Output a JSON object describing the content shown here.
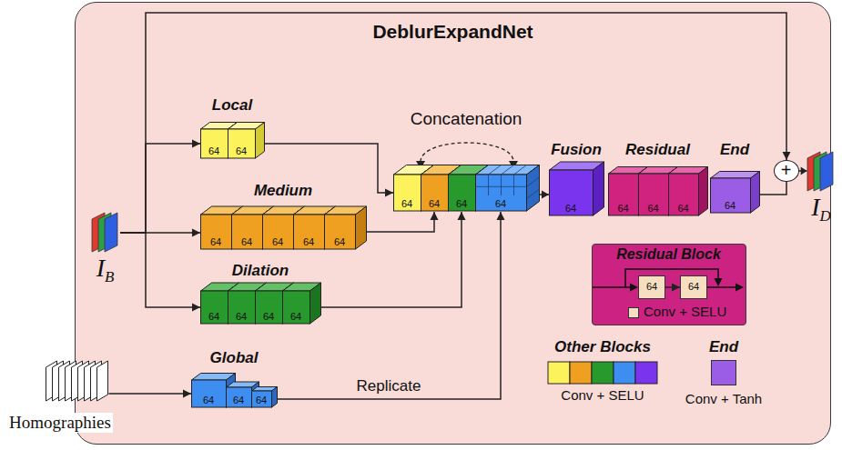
{
  "diagram": {
    "nodes": [
      {
        "text": [
          "DeblurExpandNet"
        ]
      },
      {
        "text": [
          "I",
          "B"
        ],
        "in": 0
      },
      {
        "text": [
          "Local",
          "64",
          "64"
        ],
        "in": 0
      },
      {
        "text": [
          "Medium",
          "64",
          "64",
          "64",
          "64",
          "64"
        ],
        "in": 0
      },
      {
        "text": [
          "Dilation",
          "64",
          "64",
          "64",
          "64"
        ],
        "in": 0
      },
      {
        "text": [
          "Homographies"
        ]
      },
      {
        "text": [
          "Global",
          "64",
          "64",
          "64"
        ],
        "in": 0
      },
      {
        "text": [
          "Concatenation",
          "64",
          "64",
          "64",
          "64"
        ],
        "in": 0
      },
      {
        "text": [
          "Fusion",
          "64"
        ],
        "in": 0
      },
      {
        "text": [
          "Residual",
          "64",
          "64",
          "64"
        ],
        "in": 0
      },
      {
        "text": [
          "End",
          "64"
        ],
        "in": 0
      },
      {
        "text": [
          "+"
        ],
        "in": 0
      },
      {
        "text": [
          "I",
          "D"
        ]
      },
      {
        "text": [
          "Residual Block"
        ],
        "in": 0
      },
      {
        "text": [
          "64"
        ],
        "in": 13
      },
      {
        "text": [
          "64"
        ],
        "in": 13
      }
    ],
    "edges": [
      {
        "from": 1,
        "to": 2,
        "arrow": "to"
      },
      {
        "from": 1,
        "to": 3,
        "arrow": "to"
      },
      {
        "from": 1,
        "to": 4,
        "arrow": "to"
      },
      {
        "from": 1,
        "to": 11,
        "arrow": "to"
      },
      {
        "from": 5,
        "to": 6,
        "arrow": "to"
      },
      {
        "from": 2,
        "to": 7,
        "arrow": "to"
      },
      {
        "from": 3,
        "to": 7,
        "arrow": "to"
      },
      {
        "from": 4,
        "to": 7,
        "arrow": "to"
      },
      {
        "from": 6,
        "to": 7,
        "label": "Replicate",
        "arrow": "to"
      },
      {
        "from": 7,
        "to": 8,
        "arrow": "to"
      },
      {
        "from": 10,
        "to": 11,
        "arrow": "none"
      },
      {
        "from": 11,
        "to": 12,
        "arrow": "to"
      },
      {
        "from": 14,
        "to": 15,
        "arrow": "to"
      }
    ],
    "labels": [
      "Other Blocks",
      "End"
    ],
    "legend": [
      {
        "text": "Conv + SELU",
        "color": "#f6dfc1"
      },
      {
        "text": "Conv + SELU"
      },
      {
        "text": "Conv + Tanh",
        "color": "#9b5de5"
      }
    ]
  }
}
